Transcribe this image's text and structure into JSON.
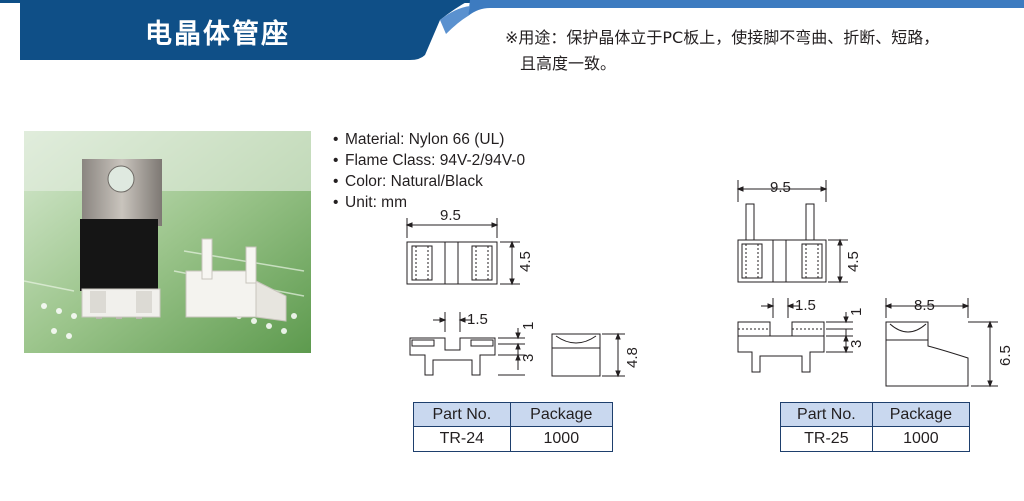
{
  "header": {
    "title": "电晶体管座",
    "usage_line1": "※用途：保护晶体立于PC板上，使接脚不弯曲、折断、短路，",
    "usage_line2": "且高度一致。",
    "bar_color": "#0f4f87",
    "accent_color": "#3d7bc0"
  },
  "specs": [
    "Material: Nylon 66 (UL)",
    "Flame Class: 94V-2/94V-0",
    "Color: Natural/Black",
    "Unit: mm"
  ],
  "tr24": {
    "dim_width": "9.5",
    "dim_height": "4.5",
    "dim_slot": "1.5",
    "dim_top": "1",
    "dim_body": "3",
    "dim_side_height": "4.8"
  },
  "tr25": {
    "dim_width": "9.5",
    "dim_height": "4.5",
    "dim_slot": "1.5",
    "dim_top": "1",
    "dim_body": "3",
    "dim_side_width": "8.5",
    "dim_side_height": "6.5"
  },
  "table_tr24": {
    "headers": [
      "Part No.",
      "Package"
    ],
    "row": [
      "TR-24",
      "1000"
    ]
  },
  "table_tr25": {
    "headers": [
      "Part No.",
      "Package"
    ],
    "row": [
      "TR-25",
      "1000"
    ]
  }
}
